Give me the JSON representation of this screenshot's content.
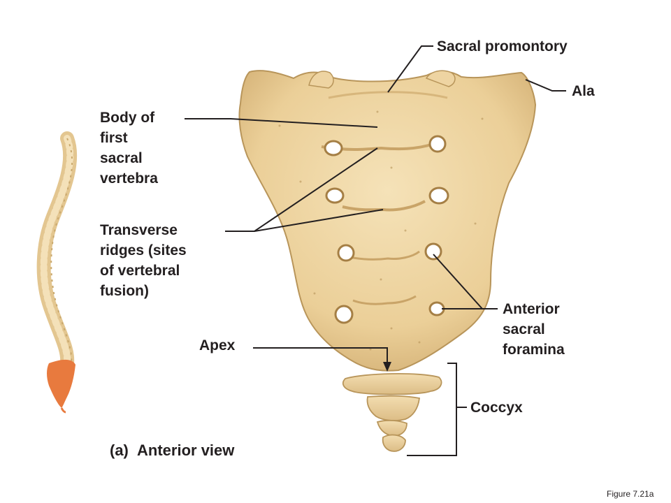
{
  "labels": {
    "sacral_promontory": "Sacral promontory",
    "ala": "Ala",
    "body_of_first_sacral_vertebra": [
      "Body of",
      "first",
      "sacral",
      "vertebra"
    ],
    "transverse_ridges": [
      "Transverse",
      "ridges (sites",
      "of vertebral",
      "fusion)"
    ],
    "apex": "Apex",
    "anterior_sacral_foramina": [
      "Anterior",
      "sacral",
      "foramina"
    ],
    "coccyx": "Coccyx"
  },
  "caption": {
    "letter": "(a)",
    "text": "Anterior view"
  },
  "figure_number": "Figure 7.21a",
  "colors": {
    "bone": "#efd7a8",
    "bone_shade": "#d9b87c",
    "bone_dark": "#b8955a",
    "sacrum_highlight": "#e87a3e",
    "leader_line": "#231f20",
    "text": "#231f20"
  }
}
